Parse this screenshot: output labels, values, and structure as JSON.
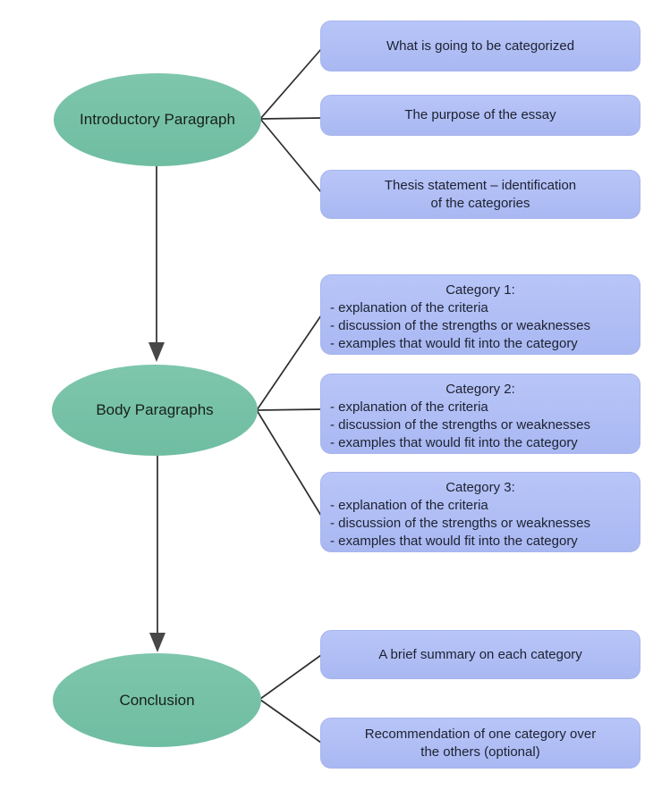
{
  "colors": {
    "ellipse_fill": "#72c0a5",
    "box_fill": "#aebcf4",
    "connector": "#2d2d2d",
    "arrowhead": "#474747",
    "background": "#ffffff",
    "text": "#1d2130"
  },
  "ellipses": [
    {
      "label": "Introductory Paragraph"
    },
    {
      "label": "Body Paragraphs"
    },
    {
      "label": "Conclusion"
    }
  ],
  "intro_boxes": [
    {
      "lines": [
        "What is going to be categorized"
      ]
    },
    {
      "lines": [
        "The purpose of the essay"
      ]
    },
    {
      "lines": [
        "Thesis statement – identification",
        "of the categories"
      ]
    }
  ],
  "categories": [
    {
      "title": "Category 1:",
      "items": [
        "- explanation of the criteria",
        "- discussion of the strengths or weaknesses",
        "- examples that would fit into the category"
      ]
    },
    {
      "title": "Category 2:",
      "items": [
        "- explanation of the criteria",
        "- discussion of the strengths or weaknesses",
        "- examples that would fit into the category"
      ]
    },
    {
      "title": "Category 3:",
      "items": [
        "- explanation of the criteria",
        "- discussion of the strengths or weaknesses",
        "- examples that would fit into the category"
      ]
    }
  ],
  "conclusion_boxes": [
    {
      "lines": [
        "A brief summary on each category"
      ]
    },
    {
      "lines": [
        "Recommendation of one category over",
        "the others (optional)"
      ]
    }
  ]
}
